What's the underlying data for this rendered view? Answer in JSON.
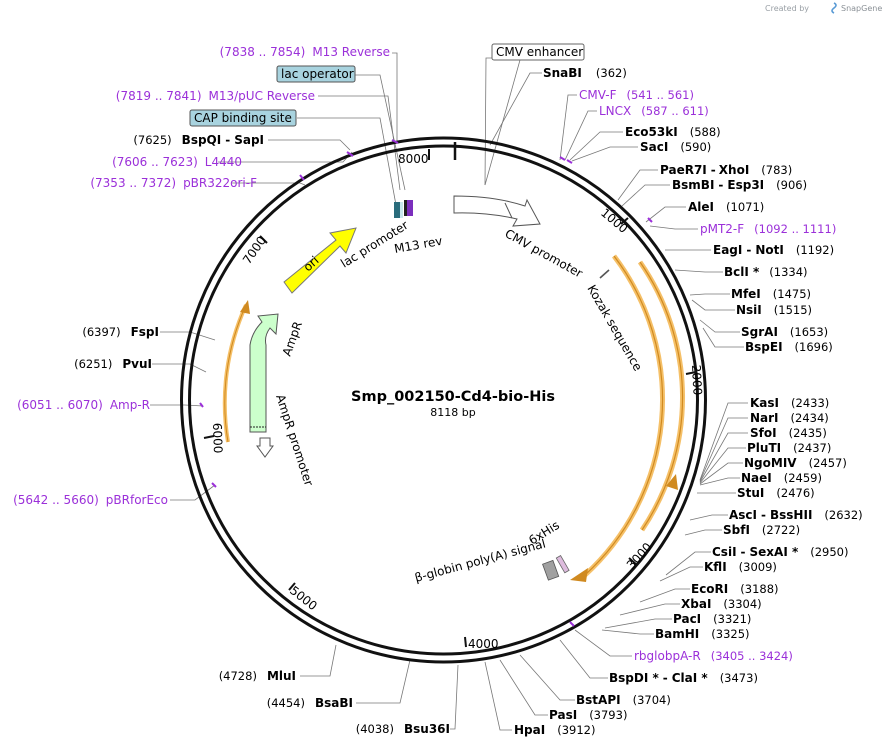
{
  "credit": {
    "prefix": "Created by",
    "brand": "SnapGene",
    "icon": "snapgene-logo-icon"
  },
  "plasmid": {
    "name": "Smp_002150-Cd4-bio-His",
    "length_label": "8118 bp",
    "length": 8118
  },
  "ticks": [
    "1000",
    "2000",
    "3000",
    "4000",
    "5000",
    "6000",
    "7000",
    "8000"
  ],
  "boxed_labels": [
    {
      "text": "CMV enhancer",
      "fill": "#ffffff"
    },
    {
      "text": "lac operator",
      "fill": "#a8d3df"
    },
    {
      "text": "CAP binding site",
      "fill": "#a8d3df"
    }
  ],
  "feature_labels": [
    "lac promoter",
    "M13 rev",
    "CMV promoter",
    "Kozak sequence",
    "ori",
    "AmpR",
    "AmpR promoter",
    "6xHis",
    "β-globin poly(A) signal"
  ],
  "primers": [
    {
      "range": "(7838 .. 7854)",
      "name": "M13 Reverse"
    },
    {
      "range": "(7819 .. 7841)",
      "name": "M13/pUC Reverse"
    },
    {
      "range": "(7606 .. 7623)",
      "name": "L4440"
    },
    {
      "range": "(7353 .. 7372)",
      "name": "pBR322ori-F"
    },
    {
      "range": "(6051 .. 6070)",
      "name": "Amp-R"
    },
    {
      "range": "(5642 .. 5660)",
      "name": "pBRforEco"
    },
    {
      "range": "(541 .. 561)",
      "name": "CMV-F"
    },
    {
      "range": "(587 .. 611)",
      "name": "LNCX"
    },
    {
      "range": "(1092 .. 1111)",
      "name": "pMT2-F"
    },
    {
      "range": "(3405 .. 3424)",
      "name": "rbglobpA-R"
    }
  ],
  "sites_left": [
    {
      "pos": "(7625)",
      "name": "BspQI",
      "alt": "SapI"
    },
    {
      "pos": "(6397)",
      "name": "FspI"
    },
    {
      "pos": "(6251)",
      "name": "PvuI"
    },
    {
      "pos": "(4728)",
      "name": "MluI"
    },
    {
      "pos": "(4454)",
      "name": "BsaBI"
    },
    {
      "pos": "(4038)",
      "name": "Bsu36I"
    }
  ],
  "sites_right": [
    {
      "name": "SnaBI",
      "pos": "(362)"
    },
    {
      "name": "Eco53kI",
      "pos": "(588)"
    },
    {
      "name": "SacI",
      "pos": "(590)"
    },
    {
      "name": "PaeR7I",
      "alt": "XhoI",
      "pos": "(783)"
    },
    {
      "name": "BsmBI",
      "alt": "Esp3I",
      "pos": "(906)"
    },
    {
      "name": "AleI",
      "pos": "(1071)"
    },
    {
      "name": "EagI",
      "alt": "NotI",
      "pos": "(1192)"
    },
    {
      "name": "BclI *",
      "pos": "(1334)"
    },
    {
      "name": "MfeI",
      "pos": "(1475)"
    },
    {
      "name": "NsiI",
      "pos": "(1515)"
    },
    {
      "name": "SgrAI",
      "pos": "(1653)"
    },
    {
      "name": "BspEI",
      "pos": "(1696)"
    },
    {
      "name": "KasI",
      "pos": "(2433)"
    },
    {
      "name": "NarI",
      "pos": "(2434)"
    },
    {
      "name": "SfoI",
      "pos": "(2435)"
    },
    {
      "name": "PluTI",
      "pos": "(2437)"
    },
    {
      "name": "NgoMIV",
      "pos": "(2457)"
    },
    {
      "name": "NaeI",
      "pos": "(2459)"
    },
    {
      "name": "StuI",
      "pos": "(2476)"
    },
    {
      "name": "AscI",
      "alt": "BssHII",
      "pos": "(2632)"
    },
    {
      "name": "SbfI",
      "pos": "(2722)"
    },
    {
      "name": "CsiI",
      "alt": "SexAI *",
      "pos": "(2950)"
    },
    {
      "name": "KflI",
      "pos": "(3009)"
    },
    {
      "name": "EcoRI",
      "pos": "(3188)"
    },
    {
      "name": "XbaI",
      "pos": "(3304)"
    },
    {
      "name": "PacI",
      "pos": "(3321)"
    },
    {
      "name": "BamHI",
      "pos": "(3325)"
    },
    {
      "name": "BspDI *",
      "alt": "ClaI *",
      "pos": "(3473)"
    },
    {
      "name": "BstAPI",
      "pos": "(3704)"
    },
    {
      "name": "PasI",
      "pos": "(3793)"
    },
    {
      "name": "HpaI",
      "pos": "(3912)"
    }
  ],
  "colors": {
    "primer": "#9b30d9",
    "ori": "#ffff00",
    "ampr": "#ccffcc",
    "cds_outline": "#f0a020",
    "label_box": "#a8d3df"
  }
}
